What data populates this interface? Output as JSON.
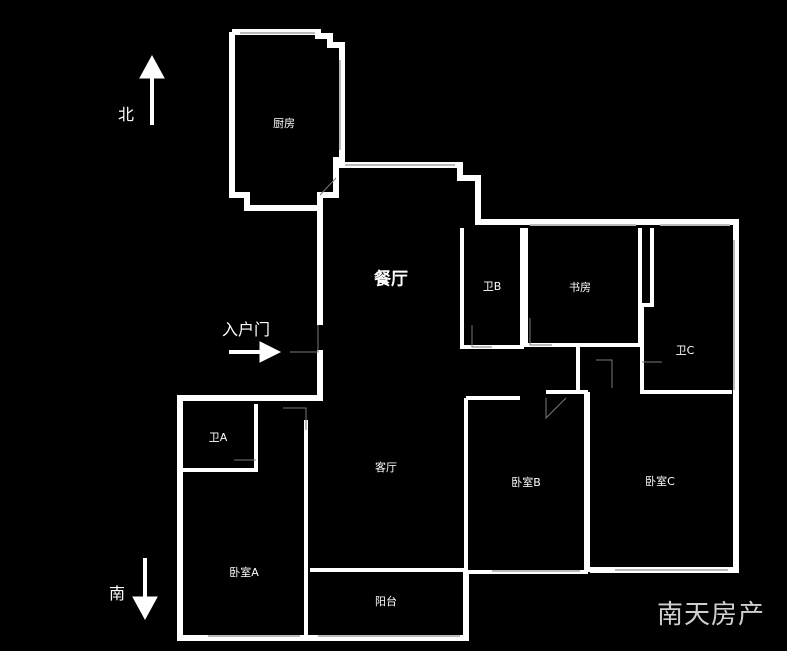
{
  "compass": {
    "north": "北",
    "south": "南"
  },
  "entrance": "入户门",
  "rooms": {
    "kitchen": "厨房",
    "dining": "餐厅",
    "bath_b": "卫B",
    "study": "书房",
    "bath_c": "卫C",
    "bath_a": "卫A",
    "living": "客厅",
    "bedroom_a": "卧室A",
    "balcony": "阳台",
    "bedroom_b": "卧室B",
    "bedroom_c": "卧室C"
  },
  "watermark": "南天房产",
  "colors": {
    "background": "#000000",
    "wall": "#ffffff",
    "window": "#bbbbbb"
  }
}
